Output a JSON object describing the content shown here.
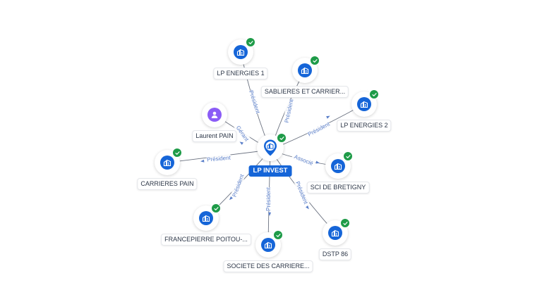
{
  "center": {
    "label": "LP INVEST",
    "icon": "building-icon",
    "verified": true
  },
  "nodes": [
    {
      "id": "n1",
      "label": "LP ENERGIES 1",
      "type": "company",
      "icon": "building-icon",
      "verified": true
    },
    {
      "id": "n2",
      "label": "SABLIERES ET CARRIER...",
      "type": "company",
      "icon": "building-icon",
      "verified": true
    },
    {
      "id": "n3",
      "label": "LP ENERGIES 2",
      "type": "company",
      "icon": "building-icon",
      "verified": true
    },
    {
      "id": "n4",
      "label": "Laurent PAIN",
      "type": "person",
      "icon": "person-icon",
      "verified": false
    },
    {
      "id": "n5",
      "label": "CARRIERES PAIN",
      "type": "company",
      "icon": "building-icon",
      "verified": true
    },
    {
      "id": "n6",
      "label": "SCI DE BRETIGNY",
      "type": "company",
      "icon": "building-icon",
      "verified": true
    },
    {
      "id": "n7",
      "label": "FRANCEPIERRE POITOU-...",
      "type": "company",
      "icon": "building-icon",
      "verified": true
    },
    {
      "id": "n8",
      "label": "DSTP 86",
      "type": "company",
      "icon": "building-icon",
      "verified": true
    },
    {
      "id": "n9",
      "label": "SOCIETE DES CARRIERE...",
      "type": "company",
      "icon": "building-icon",
      "verified": true
    }
  ],
  "edges": [
    {
      "node": "n1",
      "label": "Président"
    },
    {
      "node": "n2",
      "label": "Président"
    },
    {
      "node": "n3",
      "label": "Président"
    },
    {
      "node": "n4",
      "label": "Gérant"
    },
    {
      "node": "n5",
      "label": "Président"
    },
    {
      "node": "n6",
      "label": "Associé"
    },
    {
      "node": "n7",
      "label": "Président"
    },
    {
      "node": "n8",
      "label": "Président"
    },
    {
      "node": "n9",
      "label": "Président"
    }
  ],
  "colors": {
    "company": "#1565d8",
    "person": "#8b5cf6",
    "verified": "#1e9b48",
    "edge_label": "#5b7fc9"
  }
}
